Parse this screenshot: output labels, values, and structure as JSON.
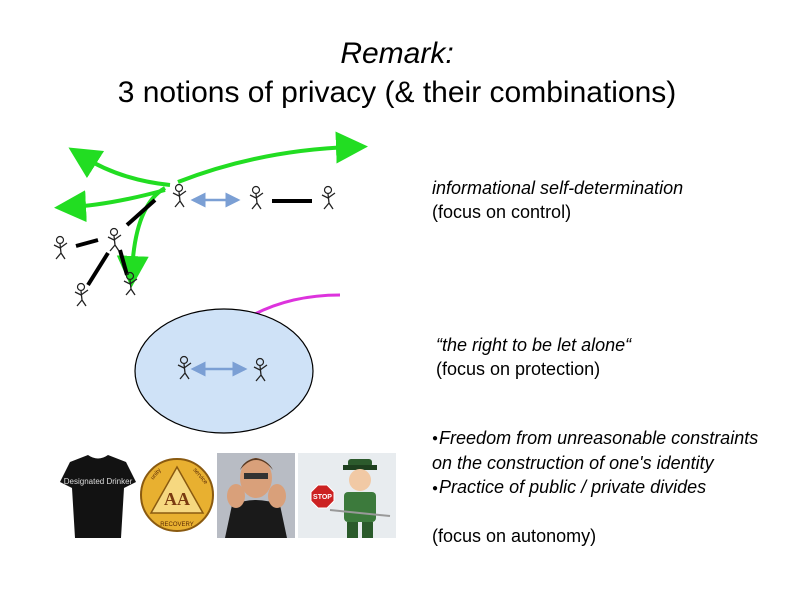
{
  "title": {
    "line1": "Remark:",
    "line2": "3 notions of privacy (& their combinations)"
  },
  "notion1": {
    "heading": "informational self-determination",
    "focus": "(focus on control)"
  },
  "notion2": {
    "heading": "“the right to be let alone“",
    "focus": "(focus on protection)"
  },
  "notion3": {
    "bullets": [
      "Freedom from unreasonable constraints on the construction of one's identity",
      "Practice of public / private divides"
    ],
    "focus": "(focus on autonomy)"
  },
  "images": {
    "tshirt_text": "Designated Drinker",
    "aa_letters": "AA",
    "aa_recovery": "RECOVERY",
    "aa_unity": "unity",
    "aa_service": "service",
    "stop_sign": "STOP"
  },
  "colors": {
    "arrow_green": "#22dd22",
    "arrow_magenta": "#dd33dd",
    "bubble_fill": "#cfe2f7",
    "double_arrow": "#7b9fd4"
  }
}
